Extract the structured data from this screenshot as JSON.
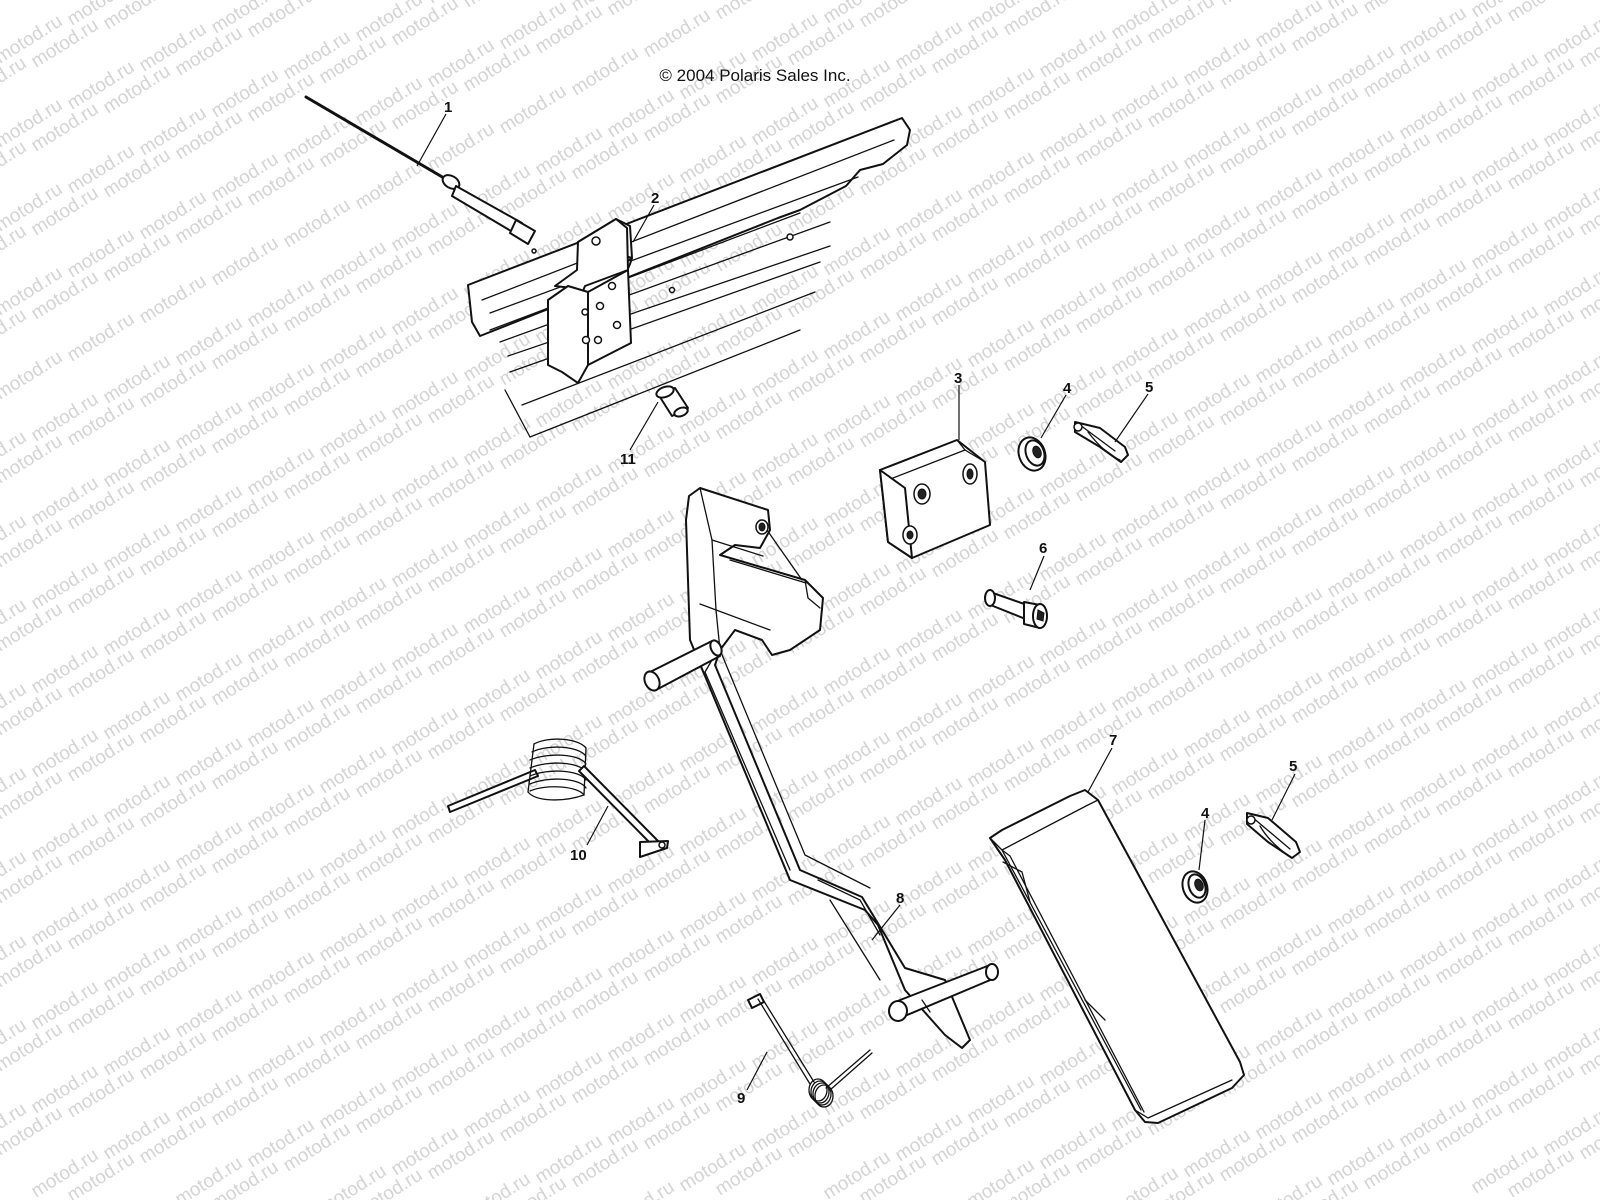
{
  "watermark": {
    "text": "motod.ru",
    "color": "#d4d4d4"
  },
  "copyright": "© 2004 Polaris Sales Inc.",
  "callouts": [
    {
      "id": "1",
      "label": "1"
    },
    {
      "id": "2",
      "label": "2"
    },
    {
      "id": "3",
      "label": "3"
    },
    {
      "id": "4a",
      "label": "4"
    },
    {
      "id": "5a",
      "label": "5"
    },
    {
      "id": "6",
      "label": "6"
    },
    {
      "id": "7",
      "label": "7"
    },
    {
      "id": "8",
      "label": "8"
    },
    {
      "id": "9",
      "label": "9"
    },
    {
      "id": "10",
      "label": "10"
    },
    {
      "id": "11",
      "label": "11"
    },
    {
      "id": "4b",
      "label": "4"
    },
    {
      "id": "5b",
      "label": "5"
    }
  ],
  "parts": [
    "cable-icon",
    "frame-bracket-icon",
    "pivot-block-icon",
    "washer-icon",
    "cotter-pin-icon",
    "bolt-icon",
    "pedal-pad-icon",
    "pedal-arm-icon",
    "return-spring-icon",
    "torsion-spring-icon",
    "bushing-icon"
  ]
}
